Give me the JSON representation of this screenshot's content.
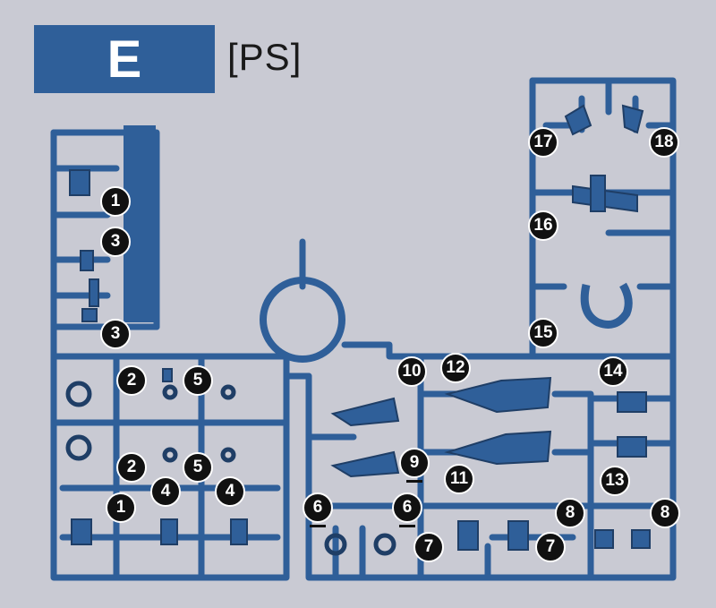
{
  "header": {
    "runner_letter": "E",
    "material": "[PS]"
  },
  "colors": {
    "background": "#c9cad3",
    "runner": "#2f5f99",
    "runner_dark": "#1f3e66",
    "callout": "#111111"
  },
  "callouts": [
    {
      "id": "c1a",
      "label": "1"
    },
    {
      "id": "c3a",
      "label": "3"
    },
    {
      "id": "c3b",
      "label": "3"
    },
    {
      "id": "c2a",
      "label": "2"
    },
    {
      "id": "c5a",
      "label": "5"
    },
    {
      "id": "c2b",
      "label": "2"
    },
    {
      "id": "c5b",
      "label": "5"
    },
    {
      "id": "c1b",
      "label": "1"
    },
    {
      "id": "c4a",
      "label": "4"
    },
    {
      "id": "c4b",
      "label": "4"
    },
    {
      "id": "c6a",
      "label": "6"
    },
    {
      "id": "c6b",
      "label": "6"
    },
    {
      "id": "c7a",
      "label": "7"
    },
    {
      "id": "c7b",
      "label": "7"
    },
    {
      "id": "c8a",
      "label": "8"
    },
    {
      "id": "c8b",
      "label": "8"
    },
    {
      "id": "c9",
      "label": "9"
    },
    {
      "id": "c10",
      "label": "10"
    },
    {
      "id": "c11",
      "label": "11"
    },
    {
      "id": "c12",
      "label": "12"
    },
    {
      "id": "c13",
      "label": "13"
    },
    {
      "id": "c14",
      "label": "14"
    },
    {
      "id": "c15",
      "label": "15"
    },
    {
      "id": "c16",
      "label": "16"
    },
    {
      "id": "c17",
      "label": "17"
    },
    {
      "id": "c18",
      "label": "18"
    }
  ]
}
